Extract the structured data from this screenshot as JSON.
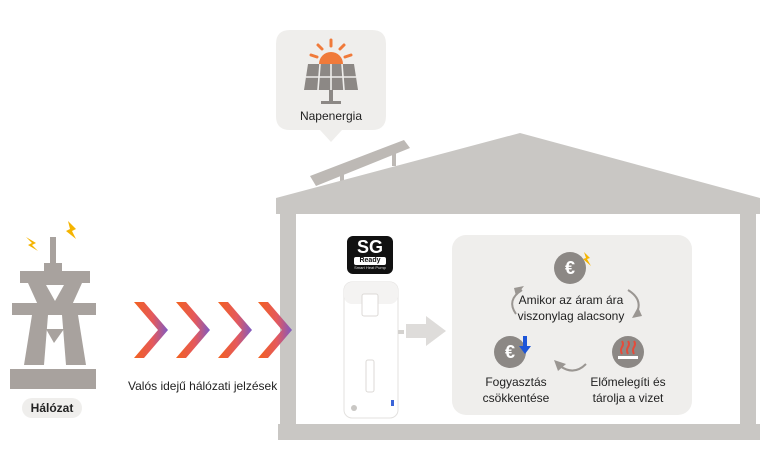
{
  "labels": {
    "solar": "Napenergia",
    "grid": "Hálózat",
    "signals": "Valós idejű hálózati jelzések",
    "cheap_power": "Amikor az áram ára\nviszonylag alacsony",
    "reduce_consumption": "Fogyasztás\ncsökkentése",
    "preheat": "Előmelegíti és\ntárolja a vizet"
  },
  "badge": {
    "title": "SG",
    "ready": "Ready",
    "subtitle": "Smart Heat Pump"
  },
  "icons": {
    "sun": "sun-icon",
    "solar_panel": "solar-panel-icon",
    "tower": "power-tower-icon",
    "lightning": "lightning-icon",
    "euro": "euro-coin-icon",
    "heat": "heating-icon",
    "arrow_down": "arrow-down-icon"
  },
  "colors": {
    "house": "#c9c7c4",
    "panel": "#efeeec",
    "sun": "#f07a3a",
    "tower": "#a8a29e",
    "lightning": "#f5b400",
    "chevron_1": "#f2611e",
    "chevron_4": "#7e5bc4",
    "down_arrow": "#1c55d8",
    "heat_icon": "#e54b3a"
  }
}
